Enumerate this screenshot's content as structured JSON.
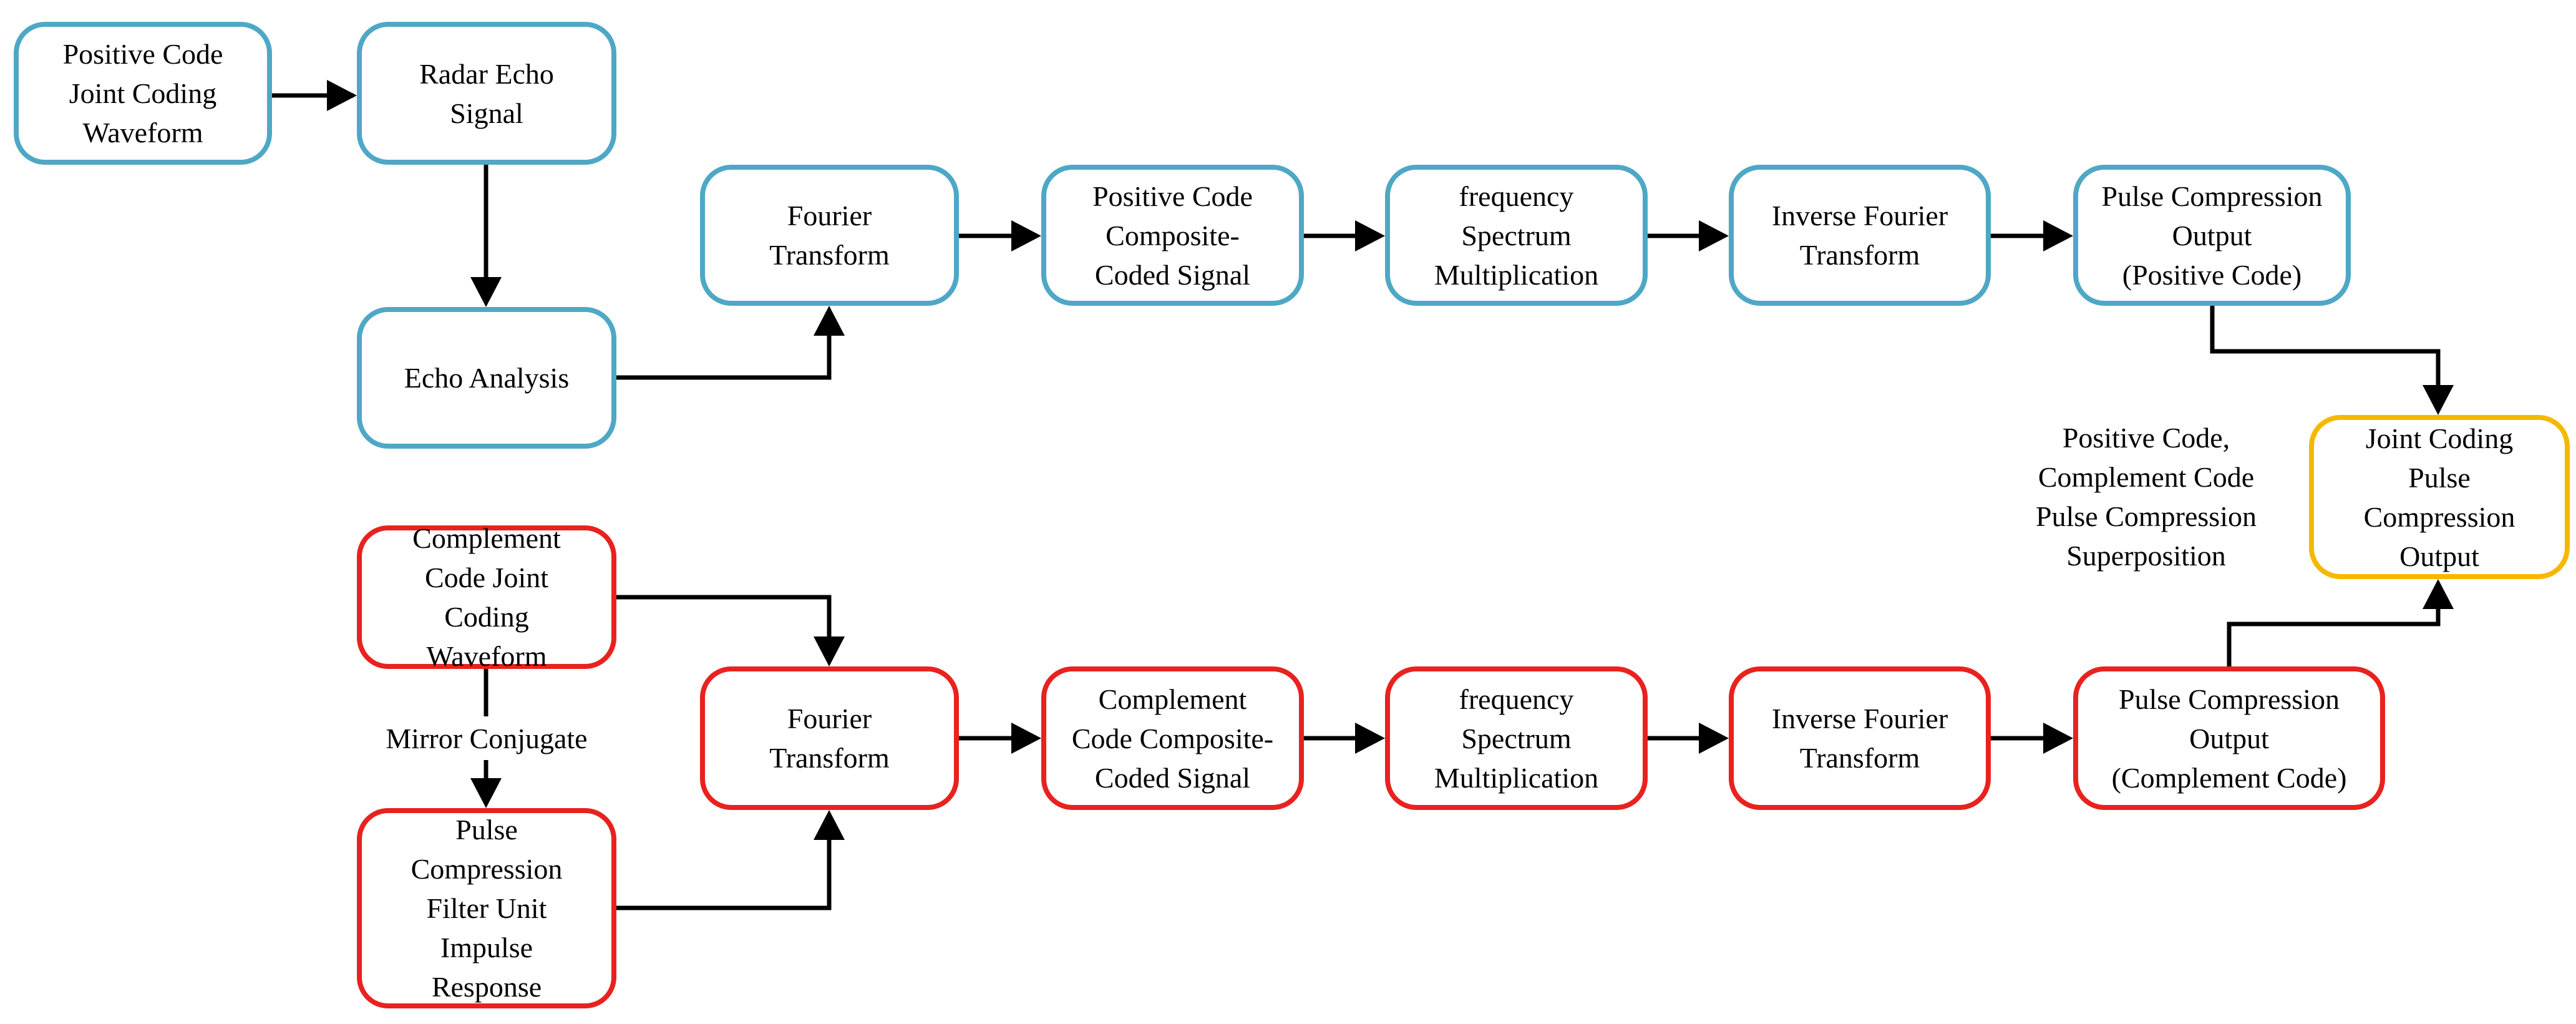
{
  "colors": {
    "positive_path": "#4ea8c5",
    "complement_path": "#e8221f",
    "joint_output": "#f5b800",
    "line": "#000000"
  },
  "positive_path": {
    "waveform": "Positive Code\nJoint Coding\nWaveform",
    "radar_echo": "Radar Echo\nSignal",
    "echo_analysis": "Echo Analysis",
    "fourier": "Fourier\nTransform",
    "composite_signal": "Positive Code\nComposite-\nCoded Signal",
    "spectrum_mult": "frequency\nSpectrum\nMultiplication",
    "inverse_fourier": "Inverse Fourier\nTransform",
    "pc_output": "Pulse Compression\nOutput\n(Positive Code)"
  },
  "complement_path": {
    "waveform": "Complement\nCode Joint\nCoding\nWaveform",
    "mirror_label": "Mirror Conjugate",
    "filter_response": "Pulse\nCompression\nFilter Unit\nImpulse\nResponse",
    "fourier": "Fourier\nTransform",
    "composite_signal": "Complement\nCode Composite-\nCoded Signal",
    "spectrum_mult": "frequency\nSpectrum\nMultiplication",
    "inverse_fourier": "Inverse Fourier\nTransform",
    "pc_output": "Pulse Compression\nOutput\n(Complement Code)"
  },
  "joint_output": "Joint Coding\nPulse\nCompression\nOutput",
  "superposition_label": "Positive Code,\nComplement Code\nPulse Compression\nSuperposition"
}
